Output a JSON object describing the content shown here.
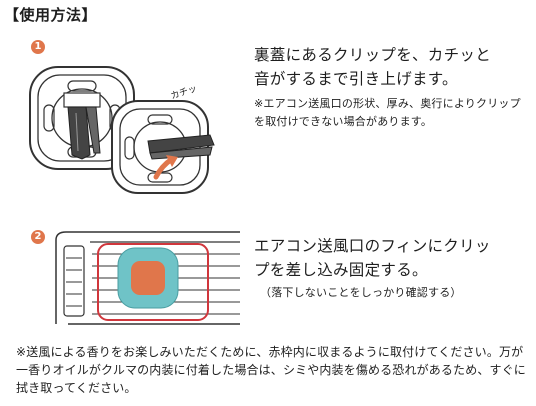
{
  "heading": "【使用方法】",
  "steps": [
    {
      "number": "1",
      "line1": "裏蓋にあるクリップを、カチッと",
      "line2": "音がするまで引き上げます。",
      "note": "※エアコン送風口の形状、厚み、奥行によりクリップを取付けできない場合があります。",
      "sound_label": "カチッ"
    },
    {
      "number": "2",
      "line1": "エアコン送風口のフィンにクリッ",
      "line2": "プを差し込み固定する。",
      "note": "（落下しないことをしっかり確認する）"
    }
  ],
  "footer": "※送風による香りをお楽しみいただくために、赤枠内に収まるように取付けてください。万が一香りオイルがクルマの内装に付着した場合は、シミや内装を傷める恐れがあるため、すぐに拭き取ってください。",
  "colors": {
    "accent": "#e0764b",
    "frame": "#d0363c",
    "teal": "#6fc3c7",
    "stroke": "#333333"
  }
}
